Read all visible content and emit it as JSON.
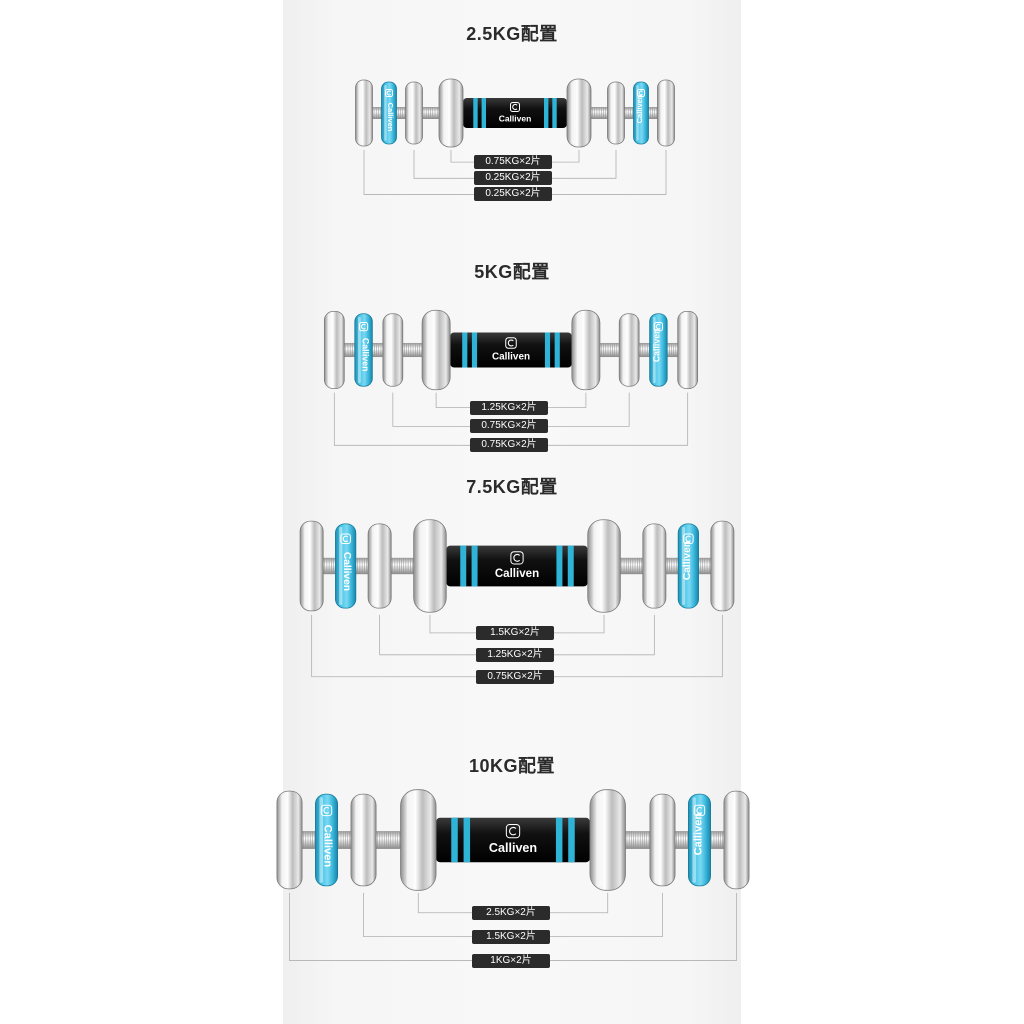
{
  "brand": "Calliven",
  "icons": {
    "brand_logo": "calliven-logo-icon"
  },
  "colors": {
    "accent_blue": "#2fb4d8",
    "plate_steel": "#c9c9c9",
    "label_background": "#2b2b2b",
    "title_text": "#2b2b2b"
  },
  "configs": [
    {
      "title": "2.5KG配置",
      "labels": [
        "0.75KG×2片",
        "0.25KG×2片",
        "0.25KG×2片"
      ]
    },
    {
      "title": "5KG配置",
      "labels": [
        "1.25KG×2片",
        "0.75KG×2片",
        "0.75KG×2片"
      ]
    },
    {
      "title": "7.5KG配置",
      "labels": [
        "1.5KG×2片",
        "1.25KG×2片",
        "0.75KG×2片"
      ]
    },
    {
      "title": "10KG配置",
      "labels": [
        "2.5KG×2片",
        "1.5KG×2片",
        "1KG×2片"
      ]
    }
  ]
}
